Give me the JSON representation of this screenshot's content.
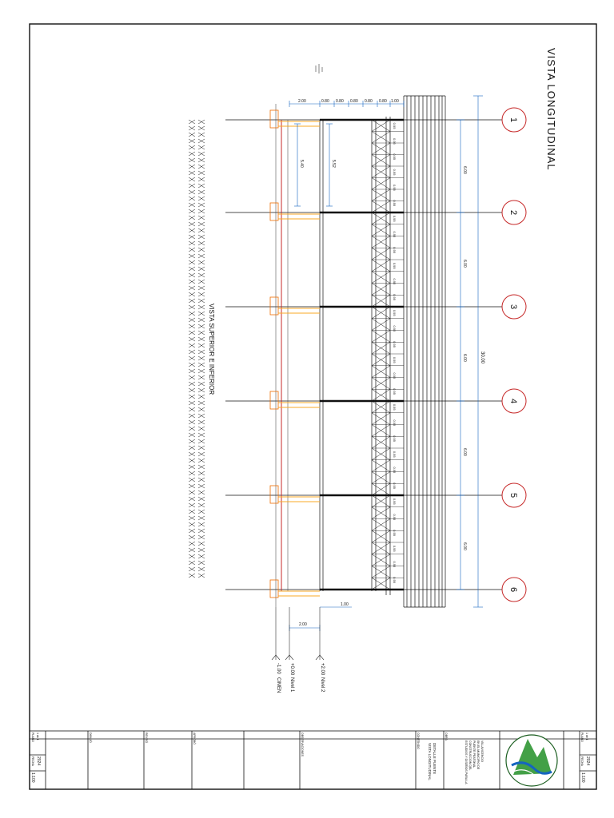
{
  "drawing": {
    "view_title": "VISTA LONGITUDINAL",
    "view_title_2": "VISTA SUPERIOR E INFERIOR",
    "axes": [
      "1",
      "2",
      "3",
      "4",
      "5",
      "6"
    ],
    "span_dims": [
      "6.00",
      "6.00",
      "6.00",
      "6.00",
      "6.00"
    ],
    "total_length": "30.00",
    "top_dims": [
      "2.00",
      "0.80",
      "0.80",
      "0.80",
      "0.80",
      "0.80",
      "1.00"
    ],
    "height_dims": [
      "5.40",
      "5.52"
    ],
    "bottom_dim": "2.00",
    "left_dim": "1.00",
    "panel_dim": "0.95",
    "levels": [
      {
        "value": "+2.00",
        "name": "Nivel 2"
      },
      {
        "value": "+0.00",
        "name": "Nivel 1"
      },
      {
        "value": "-1.00",
        "name": "CIMEN"
      }
    ]
  },
  "title_block": {
    "project_heading": "OBRA",
    "project_text": [
      "ESTUDIOS Y DISEÑOS PARA LA",
      "CONSTRUCCION DEL",
      "PUENTE PEATONAL",
      "EN EL MUNICIPIO DE",
      "VILLAVICENCIO"
    ],
    "content_heading": "CONTENIDO",
    "content_text": [
      "VISTA LONGITUDINAL",
      "DETALLE PUENTE"
    ],
    "scale": "1:100",
    "sheet_label": "PLANO",
    "sheet_value": "1 de 1",
    "date_label": "FECHA",
    "date_value": "2024",
    "drawn_label": "DIBUJÓ",
    "reviewed_label": "REVISÓ",
    "approved_label": "APROBÓ",
    "observations_label": "OBSERVACIONES"
  }
}
